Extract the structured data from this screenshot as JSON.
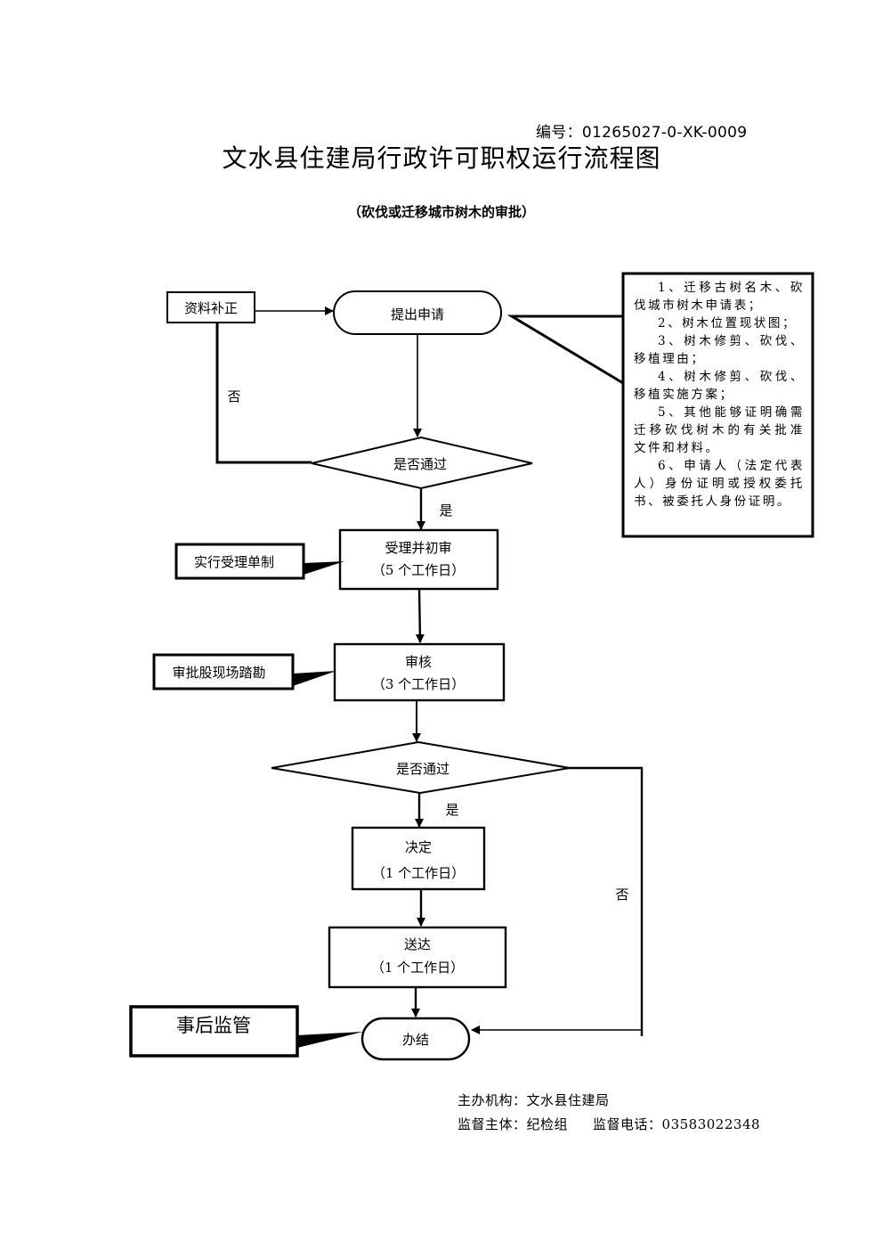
{
  "header": {
    "doc_number_label": "编号：",
    "doc_number": "01265027-0-XK-0009",
    "title": "文水县住建局行政许可职权运行流程图",
    "subtitle": "（砍伐或迁移城市树木的审批）"
  },
  "flow": {
    "supplement": "资料补正",
    "submit": "提出申请",
    "check1": "是否通过",
    "no1": "否",
    "yes1": "是",
    "accept": {
      "title": "受理并初审",
      "days": "（5 个工作日）"
    },
    "accept_note": "实行受理单制",
    "review": {
      "title": "审核",
      "days": "（3 个工作日）"
    },
    "review_note": "审批股现场踏勘",
    "check2": "是否通过",
    "yes2": "是",
    "no2": "否",
    "decide": {
      "title": "决定",
      "days": "（1 个工作日）"
    },
    "deliver": {
      "title": "送达",
      "days": "（1 个工作日）"
    },
    "finish": "办结",
    "supervise": "事后监管"
  },
  "materials_note": {
    "items": [
      "1、迁移古树名木、砍伐城市树木申请表；",
      "2、树木位置现状图；",
      "3、树木修剪、砍伐、移植理由；",
      "4、树木修剪、砍伐、移植实施方案；",
      "5、其他能够证明确需迁移砍伐树木的有关批准文件和材料。",
      "6、申请人（法定代表人）身份证明或授权委托书、被委托人身份证明。"
    ]
  },
  "footer": {
    "host_label": "主办机构：",
    "host": "文水县住建局",
    "supervisor_label": "监督主体：",
    "supervisor": "纪检组",
    "phone_label": "监督电话：",
    "phone": "03583022348"
  }
}
